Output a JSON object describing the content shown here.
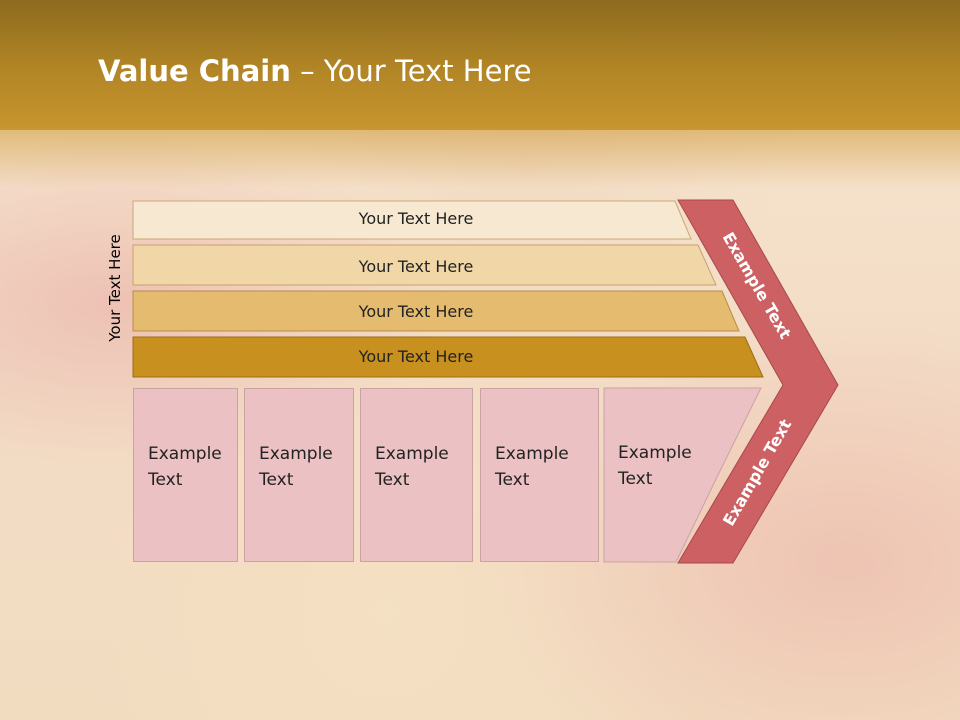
{
  "slide": {
    "title_bold": "Value Chain",
    "title_rest": " – Your Text Here",
    "side_label": "Your Text Here"
  },
  "bands": [
    {
      "text": "Your Text Here",
      "color": "#f7e8d2"
    },
    {
      "text": "Your Text Here",
      "color": "#f1d7a8"
    },
    {
      "text": "Your Text Here",
      "color": "#e5bb70"
    },
    {
      "text": "Your Text Here",
      "color": "#c8901e"
    }
  ],
  "activities": [
    {
      "line1": "Example",
      "line2": "Text"
    },
    {
      "line1": "Example",
      "line2": "Text"
    },
    {
      "line1": "Example",
      "line2": "Text"
    },
    {
      "line1": "Example",
      "line2": "Text"
    },
    {
      "line1": "Example",
      "line2": "Text"
    }
  ],
  "margin_labels": {
    "upper": "Example Text",
    "lower": "Example Text"
  },
  "colors": {
    "arrow": "#cc6063",
    "activity_box": "#ebc1c3",
    "title_bar": "#b08425"
  }
}
